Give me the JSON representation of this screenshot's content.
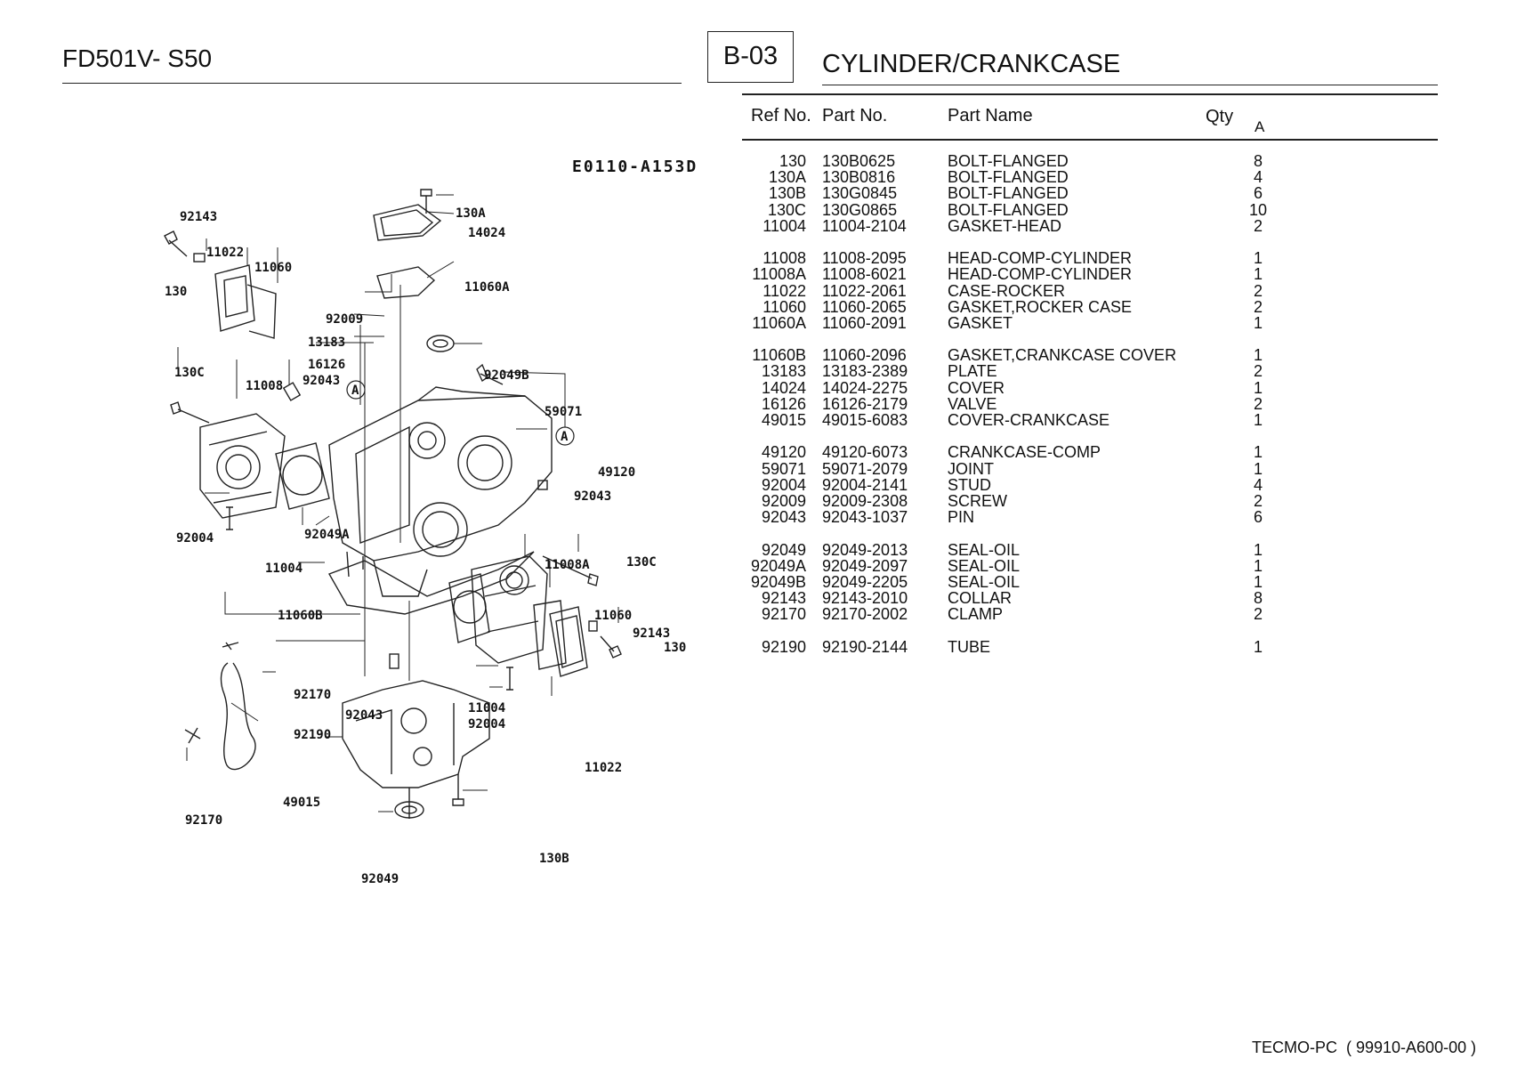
{
  "header": {
    "model": "FD501V- S50",
    "section_code": "B-03",
    "section_title": "CYLINDER/CRANKCASE"
  },
  "table": {
    "columns": {
      "ref": "Ref No.",
      "part": "Part No.",
      "name": "Part Name",
      "qty": "Qty",
      "qty_sub": "A"
    },
    "groups": [
      [
        [
          "130",
          "130B0625",
          "BOLT-FLANGED",
          "8"
        ],
        [
          "130A",
          "130B0816",
          "BOLT-FLANGED",
          "4"
        ],
        [
          "130B",
          "130G0845",
          "BOLT-FLANGED",
          "6"
        ],
        [
          "130C",
          "130G0865",
          "BOLT-FLANGED",
          "10"
        ],
        [
          "11004",
          "11004-2104",
          "GASKET-HEAD",
          "2"
        ]
      ],
      [
        [
          "11008",
          "11008-2095",
          "HEAD-COMP-CYLINDER",
          "1"
        ],
        [
          "11008A",
          "11008-6021",
          "HEAD-COMP-CYLINDER",
          "1"
        ],
        [
          "11022",
          "11022-2061",
          "CASE-ROCKER",
          "2"
        ],
        [
          "11060",
          "11060-2065",
          "GASKET,ROCKER CASE",
          "2"
        ],
        [
          "11060A",
          "11060-2091",
          "GASKET",
          "1"
        ]
      ],
      [
        [
          "11060B",
          "11060-2096",
          "GASKET,CRANKCASE COVER",
          "1"
        ],
        [
          "13183",
          "13183-2389",
          "PLATE",
          "2"
        ],
        [
          "14024",
          "14024-2275",
          "COVER",
          "1"
        ],
        [
          "16126",
          "16126-2179",
          "VALVE",
          "2"
        ],
        [
          "49015",
          "49015-6083",
          "COVER-CRANKCASE",
          "1"
        ]
      ],
      [
        [
          "49120",
          "49120-6073",
          "CRANKCASE-COMP",
          "1"
        ],
        [
          "59071",
          "59071-2079",
          "JOINT",
          "1"
        ],
        [
          "92004",
          "92004-2141",
          "STUD",
          "4"
        ],
        [
          "92009",
          "92009-2308",
          "SCREW",
          "2"
        ],
        [
          "92043",
          "92043-1037",
          "PIN",
          "6"
        ]
      ],
      [
        [
          "92049",
          "92049-2013",
          "SEAL-OIL",
          "1"
        ],
        [
          "92049A",
          "92049-2097",
          "SEAL-OIL",
          "1"
        ],
        [
          "92049B",
          "92049-2205",
          "SEAL-OIL",
          "1"
        ],
        [
          "92143",
          "92143-2010",
          "COLLAR",
          "8"
        ],
        [
          "92170",
          "92170-2002",
          "CLAMP",
          "2"
        ]
      ],
      [
        [
          "92190",
          "92190-2144",
          "TUBE",
          "1"
        ]
      ]
    ]
  },
  "diagram": {
    "drawing_code": "E0110-A153D",
    "ref_marker": "A",
    "labels": [
      "92143",
      "11022",
      "11060",
      "130",
      "130A",
      "14024",
      "11060A",
      "92009",
      "13183",
      "16126",
      "130C",
      "11008",
      "92043",
      "92049B",
      "59071",
      "49120",
      "92004",
      "92049A",
      "11004",
      "11008A",
      "11060B",
      "92170",
      "92190",
      "49015",
      "92049",
      "130B"
    ]
  },
  "footer": {
    "text": "TECMO-PC  ( 99910-A600-00 )"
  }
}
